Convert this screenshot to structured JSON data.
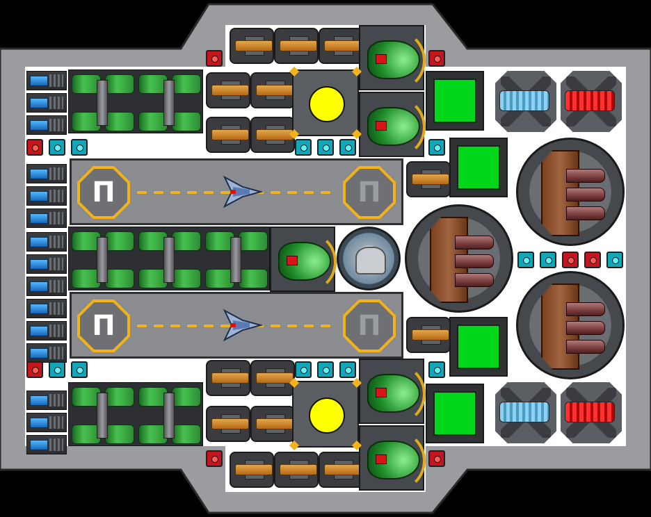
{
  "scene": {
    "colors": {
      "background": "#000000",
      "hull": "#9a9ca0",
      "interior": "#ffffff",
      "accent_yellow": "#f2b21a",
      "reactor_core": "#ffff00",
      "screen_green": "#00d61a"
    },
    "landing_pad_glyph": "Π",
    "modules": [
      "battery",
      "power-cell",
      "cannon",
      "thruster",
      "reactor",
      "shield-screen",
      "gear-turret",
      "heavy-turret",
      "dome-turret",
      "hangar-strip"
    ]
  }
}
